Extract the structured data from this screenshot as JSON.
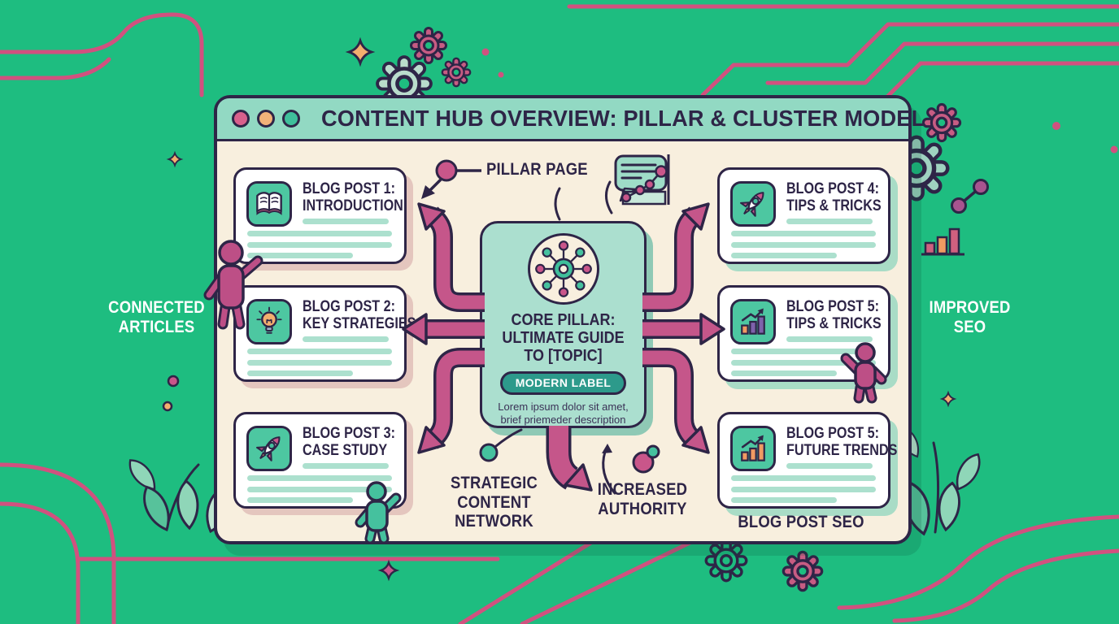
{
  "header": {
    "title": "CONTENT HUB OVERVIEW: PILLAR & CLUSTER MODEL",
    "traffic_lights": [
      "#D8608C",
      "#F2B279",
      "#3FBF9B"
    ]
  },
  "pillar": {
    "title_lines": [
      "CORE PILLAR:",
      "ULTIMATE GUIDE",
      "TO [TOPIC]"
    ],
    "badge_label": "MODERN LABEL",
    "description": "Lorem ipsum dolor sit amet, brief priemeder description",
    "icon": "hub-network-icon"
  },
  "clusters": {
    "left": [
      {
        "title_line1": "BLOG POST 1:",
        "title_line2": "INTRODUCTION",
        "icon": "open-book-icon"
      },
      {
        "title_line1": "BLOG POST 2:",
        "title_line2": "KEY STRATEGIES",
        "icon": "lightbulb-icon"
      },
      {
        "title_line1": "BLOG POST 3:",
        "title_line2": "CASE STUDY",
        "icon": "rocket-icon"
      }
    ],
    "right": [
      {
        "title_line1": "BLOG POST 4:",
        "title_line2": "TIPS & TRICKS",
        "icon": "rocket-icon"
      },
      {
        "title_line1": "BLOG POST 5:",
        "title_line2": "TIPS & TRICKS",
        "icon": "bar-chart-icon"
      },
      {
        "title_line1": "BLOG POST 5:",
        "title_line2": "FUTURE TRENDS",
        "icon": "bar-chart-icon"
      }
    ]
  },
  "labels": {
    "pillar_page": "PILLAR PAGE",
    "connected_articles_line1": "CONNECTED",
    "connected_articles_line2": "ARTICLES",
    "improved_seo_line1": "IMPROVED",
    "improved_seo_line2": "SEO",
    "strategic_content_network_line1": "STRATEGIC CONTENT",
    "strategic_content_network_line2": "NETWORK",
    "increased_authority_line1": "INCREASED",
    "increased_authority_line2": "AUTHORITY",
    "blog_post_seo": "BLOG POST SEO"
  },
  "colors": {
    "background_green": "#1EBD80",
    "accent_pink_line": "#D1517F",
    "arrow_pink": "#C5568A",
    "outline_navy": "#2E2547",
    "window_cream": "#F8EFDE",
    "header_mint": "#92D9C3",
    "pillar_mint": "#ABDFCF",
    "icon_square_teal": "#4DC7A1",
    "badge_teal": "#2D9A8B",
    "sparkle_orange": "#F4AE6E",
    "label_text_white": "#FFFFFF"
  },
  "decorations": [
    "gear-icon",
    "sparkle-icon",
    "leaf-icon",
    "person-figure",
    "speech-bubble-chart-icon",
    "mini-bar-chart-icon",
    "circuit-lines"
  ]
}
